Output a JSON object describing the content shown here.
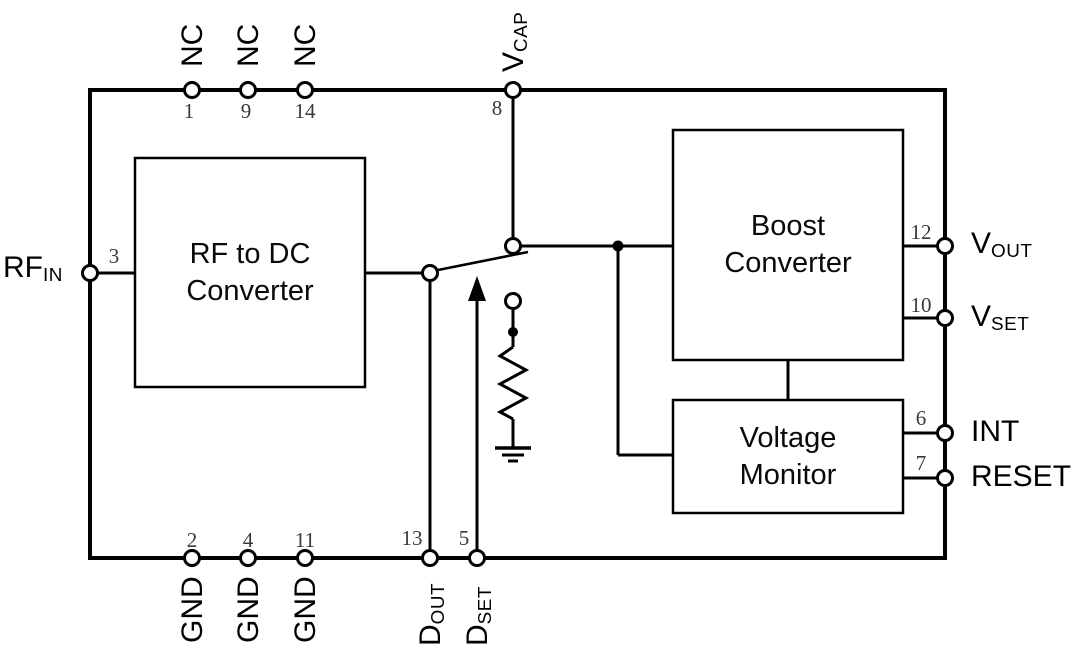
{
  "diagram": {
    "kind": "ic-functional-block-diagram",
    "colors": {
      "stroke": "#000000",
      "background": "#ffffff",
      "pin_number": "#3a3a3a"
    },
    "symbols": [
      "spdt-switch",
      "pulldown-resistor",
      "earth-ground",
      "dset-control-arrow",
      "junction-dot"
    ]
  },
  "blocks": {
    "rf_to_dc": {
      "line1": "RF to DC",
      "line2": "Converter"
    },
    "boost": {
      "line1": "Boost",
      "line2": "Converter"
    },
    "monitor": {
      "line1": "Voltage",
      "line2": "Monitor"
    }
  },
  "pins": {
    "left": [
      {
        "number": "3",
        "name": "RF",
        "sub": "IN"
      }
    ],
    "top": [
      {
        "number": "1",
        "name": "NC",
        "sub": ""
      },
      {
        "number": "9",
        "name": "NC",
        "sub": ""
      },
      {
        "number": "14",
        "name": "NC",
        "sub": ""
      },
      {
        "number": "8",
        "name": "V",
        "sub": "CAP"
      }
    ],
    "bottom": [
      {
        "number": "2",
        "name": "GND",
        "sub": ""
      },
      {
        "number": "4",
        "name": "GND",
        "sub": ""
      },
      {
        "number": "11",
        "name": "GND",
        "sub": ""
      },
      {
        "number": "13",
        "name": "D",
        "sub": "OUT"
      },
      {
        "number": "5",
        "name": "D",
        "sub": "SET"
      }
    ],
    "right": [
      {
        "number": "12",
        "name": "V",
        "sub": "OUT"
      },
      {
        "number": "10",
        "name": "V",
        "sub": "SET"
      },
      {
        "number": "6",
        "name": "INT",
        "sub": ""
      },
      {
        "number": "7",
        "name": "RESET",
        "sub": ""
      }
    ]
  }
}
